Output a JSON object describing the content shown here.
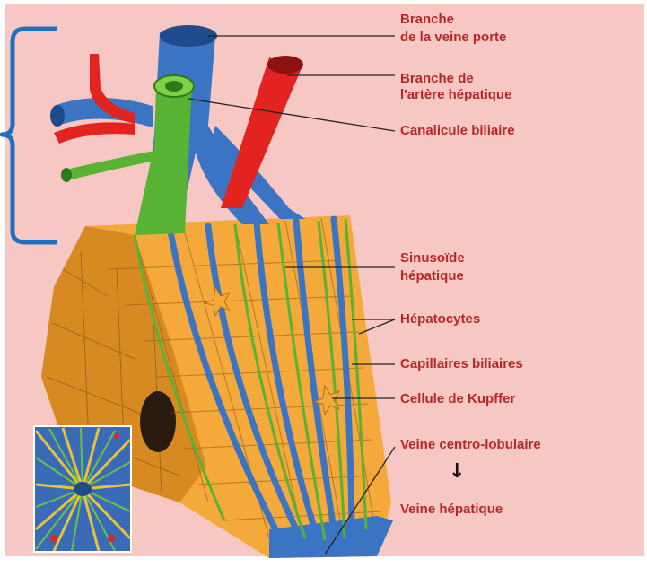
{
  "colors": {
    "background": "#f7c7c4",
    "label": "#b8262a",
    "portal_vein": "#3c74c4",
    "hepatic_artery": "#e2231f",
    "bile_duct": "#58b233",
    "hepatocyte": "#f4a93a",
    "bracket": "#1c6fc1"
  },
  "labels": {
    "portal_vein_l1": "Branche",
    "portal_vein_l2": "de la veine porte",
    "hepatic_artery_l1": "Branche de",
    "hepatic_artery_l2": "l'artère hépatique",
    "bile_canaliculus": "Canalicule biliaire",
    "sinusoid_l1": "Sinusoïde",
    "sinusoid_l2": "hépatique",
    "hepatocytes": "Hépatocytes",
    "bile_capillaries": "Capillaires biliaires",
    "kupffer_cell": "Cellule de Kupffer",
    "central_vein": "Veine centro-lobulaire",
    "arrow_symbol": "↓",
    "hepatic_vein": "Veine hépatique"
  }
}
